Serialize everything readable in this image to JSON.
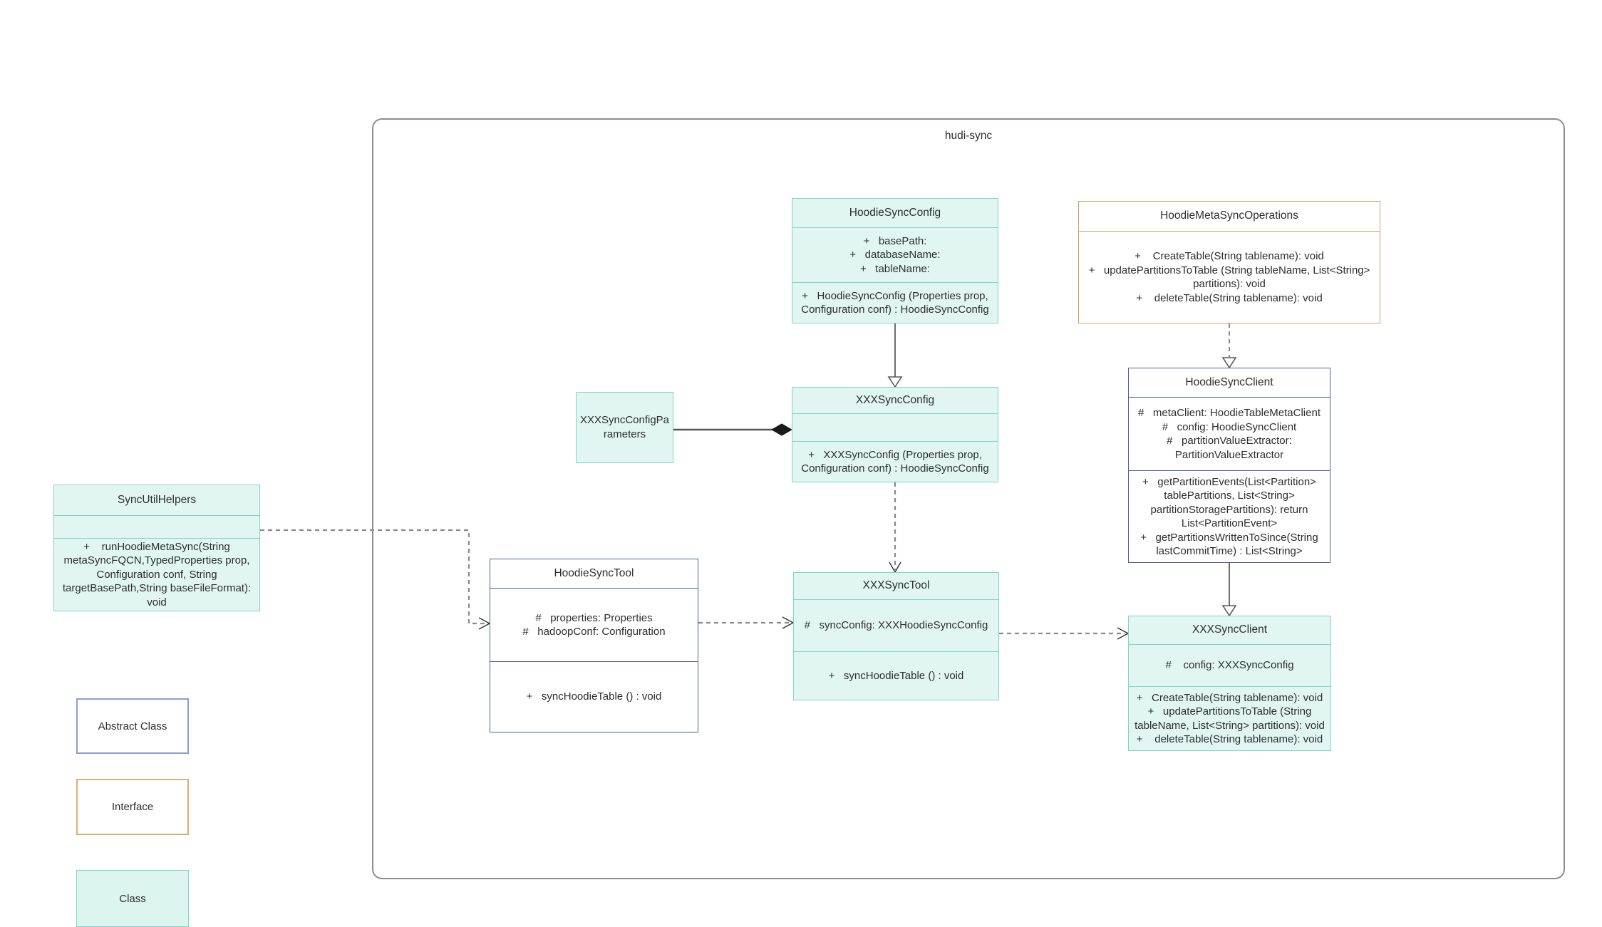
{
  "diagram": {
    "container_label": "hudi-sync",
    "colors": {
      "class_fill": "#e1f6f1",
      "class_border": "#7fd6c6",
      "abstract_border": "#4a5f93",
      "legend_abstract_border": "#8c9ed4",
      "interface_border": "#d2a264",
      "legend_interface_border": "#dcae72",
      "container_border": "#8c8c96",
      "connector_gray": "#8a8a8a"
    },
    "classes": {
      "hoodieSyncConfig": {
        "title": "HoodieSyncConfig",
        "attributes": [
          "+   basePath:",
          "+   databaseName:",
          "+   tableName:"
        ],
        "methods": [
          "+   HoodieSyncConfig (Properties prop, Configuration conf) : HoodieSyncConfig"
        ]
      },
      "hoodieMetaSyncOperations": {
        "title": "HoodieMetaSyncOperations",
        "methods": [
          "+    CreateTable(String tablename): void",
          "+   updatePartitionsToTable (String tableName, List<String> partitions): void",
          "+    deleteTable(String tablename): void"
        ]
      },
      "xxxSyncConfig": {
        "title": "XXXSyncConfig",
        "attributes": [],
        "methods": [
          "+   XXXSyncConfig (Properties prop, Configuration conf) : HoodieSyncConfig"
        ]
      },
      "xxxSyncConfigParameters": {
        "title": "XXXSyncConfigParameters"
      },
      "hoodieSyncClient": {
        "title": "HoodieSyncClient",
        "attributes": [
          "#   metaClient: HoodieTableMetaClient",
          "#   config: HoodieSyncClient",
          "#   partitionValueExtractor: PartitionValueExtractor"
        ],
        "methods": [
          "+   getPartitionEvents(List<Partition> tablePartitions, List<String> partitionStoragePartitions): return List<PartitionEvent>",
          "+   getPartitionsWrittenToSince(String lastCommitTime) : List<String>"
        ]
      },
      "syncUtilHelpers": {
        "title": "SyncUtilHelpers",
        "attributes": [],
        "methods": [
          "+    runHoodieMetaSync(String metaSyncFQCN,TypedProperties prop, Configuration conf, String targetBasePath,String baseFileFormat): void"
        ]
      },
      "hoodieSyncTool": {
        "title": "HoodieSyncTool",
        "attributes": [
          "#   properties: Properties",
          "#   hadoopConf: Configuration"
        ],
        "methods": [
          "+   syncHoodieTable () : void"
        ]
      },
      "xxxSyncTool": {
        "title": "XXXSyncTool",
        "attributes": [
          "#   syncConfig: XXXHoodieSyncConfig"
        ],
        "methods": [
          "+   syncHoodieTable () : void"
        ]
      },
      "xxxSyncClient": {
        "title": "XXXSyncClient",
        "attributes": [
          "#    config: XXXSyncConfig"
        ],
        "methods": [
          "+   CreateTable(String tablename): void",
          "+   updatePartitionsToTable (String tableName, List<String> partitions): void",
          "+    deleteTable(String tablename): void"
        ]
      }
    },
    "legend": {
      "abstract_label": "Abstract Class",
      "interface_label": "Interface",
      "class_label": "Class"
    }
  }
}
